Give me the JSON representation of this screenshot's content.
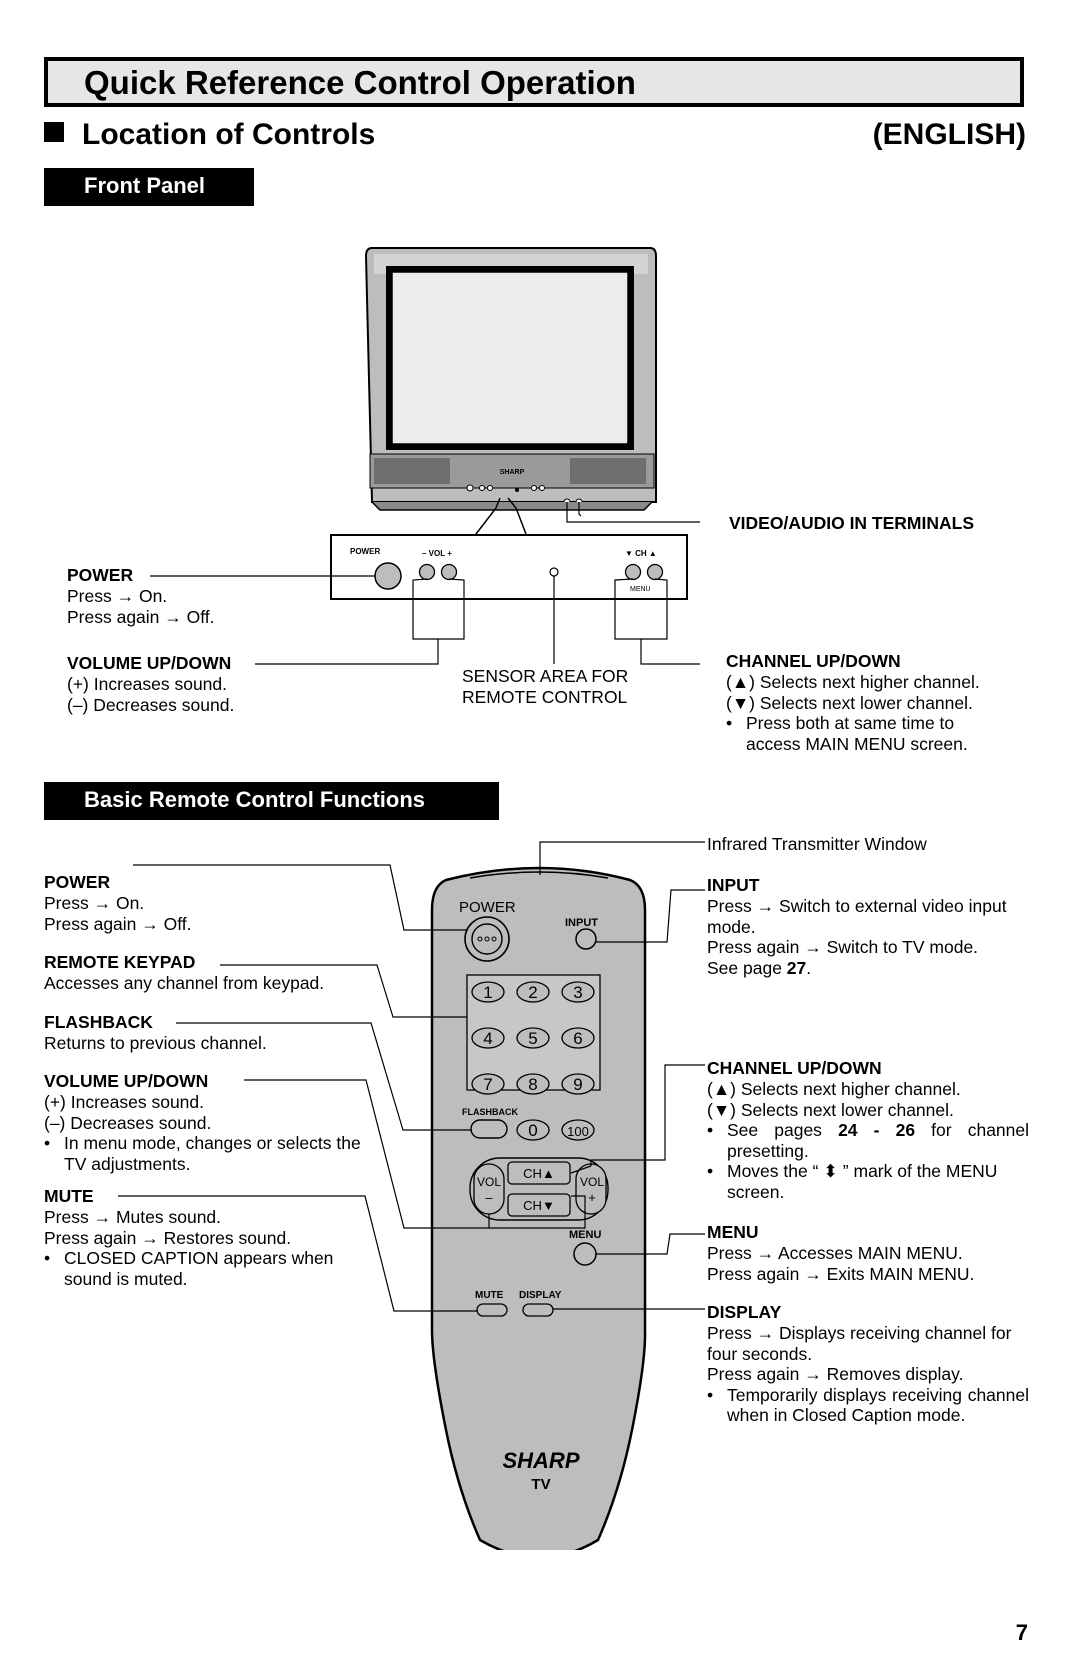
{
  "header": {
    "title": "Quick Reference Control Operation",
    "section": "Location of Controls",
    "language": "(ENGLISH)",
    "page_number": "7"
  },
  "front_panel": {
    "heading": "Front Panel",
    "tv_brand": "SHARP",
    "panel_labels": {
      "power": "POWER",
      "vol": "– VOL +",
      "ch": "▼ CH ▲",
      "menu": "MENU"
    },
    "terminals_label": "VIDEO/AUDIO IN TERMINALS",
    "power": {
      "label": "POWER",
      "lines": [
        "Press → On.",
        "Press again → Off."
      ]
    },
    "volume": {
      "label": "VOLUME UP/DOWN",
      "lines": [
        "(+) Increases sound.",
        "(–) Decreases sound."
      ]
    },
    "sensor": {
      "lines": [
        "SENSOR AREA FOR",
        "REMOTE CONTROL"
      ]
    },
    "channel": {
      "label": "CHANNEL UP/DOWN",
      "lines": [
        "(▲) Selects next higher channel.",
        "(▼) Selects next lower channel."
      ],
      "bullet": "Press both at same time to access MAIN MENU screen."
    }
  },
  "remote": {
    "heading": "Basic Remote Control Functions",
    "infrared": "Infrared Transmitter Window",
    "brand": "SHARP",
    "brand_sub": "TV",
    "button_labels": {
      "power": "POWER",
      "input": "INPUT",
      "flashback": "FLASHBACK",
      "ch_up": "CH▲",
      "ch_down": "CH▼",
      "vol_minus": "VOL\n–",
      "vol_plus": "VOL\n+",
      "menu": "MENU",
      "mute": "MUTE",
      "display": "DISPLAY"
    },
    "keypad": [
      "1",
      "2",
      "3",
      "4",
      "5",
      "6",
      "7",
      "8",
      "9",
      "0",
      "100"
    ],
    "left": {
      "power": {
        "label": "POWER",
        "lines": [
          "Press → On.",
          "Press again → Off."
        ]
      },
      "keypad": {
        "label": "REMOTE KEYPAD",
        "lines": [
          "Accesses any channel from keypad."
        ]
      },
      "flashback": {
        "label": "FLASHBACK",
        "lines": [
          "Returns to previous channel."
        ]
      },
      "volume": {
        "label": "VOLUME UP/DOWN",
        "lines": [
          "(+) Increases sound.",
          "(–) Decreases sound."
        ],
        "bullet": "In menu mode, changes or selects the TV adjustments."
      },
      "mute": {
        "label": "MUTE",
        "lines": [
          "Press → Mutes sound.",
          "Press again → Restores sound."
        ],
        "bullet": "CLOSED CAPTION appears when sound is muted."
      }
    },
    "right": {
      "input": {
        "label": "INPUT",
        "lines": [
          "Press → Switch to external video input mode.",
          "Press again → Switch to TV mode."
        ],
        "see_prefix": "See page ",
        "see_page": "27",
        "see_suffix": "."
      },
      "channel": {
        "label": "CHANNEL UP/DOWN",
        "lines": [
          "(▲) Selects next higher channel.",
          "(▼) Selects next lower channel."
        ],
        "bullet1_prefix": "See pages ",
        "bullet1_pages": "24 - 26",
        "bullet1_suffix": " for channel presetting.",
        "bullet2": "Moves the “ ⬍ ” mark of the MENU screen."
      },
      "menu": {
        "label": "MENU",
        "lines": [
          "Press → Accesses MAIN MENU.",
          "Press again → Exits MAIN MENU."
        ]
      },
      "display": {
        "label": "DISPLAY",
        "lines": [
          "Press → Displays receiving channel for four seconds.",
          "Press again → Removes display."
        ],
        "bullet": "Temporarily displays receiving channel when in Closed Caption mode."
      }
    }
  }
}
